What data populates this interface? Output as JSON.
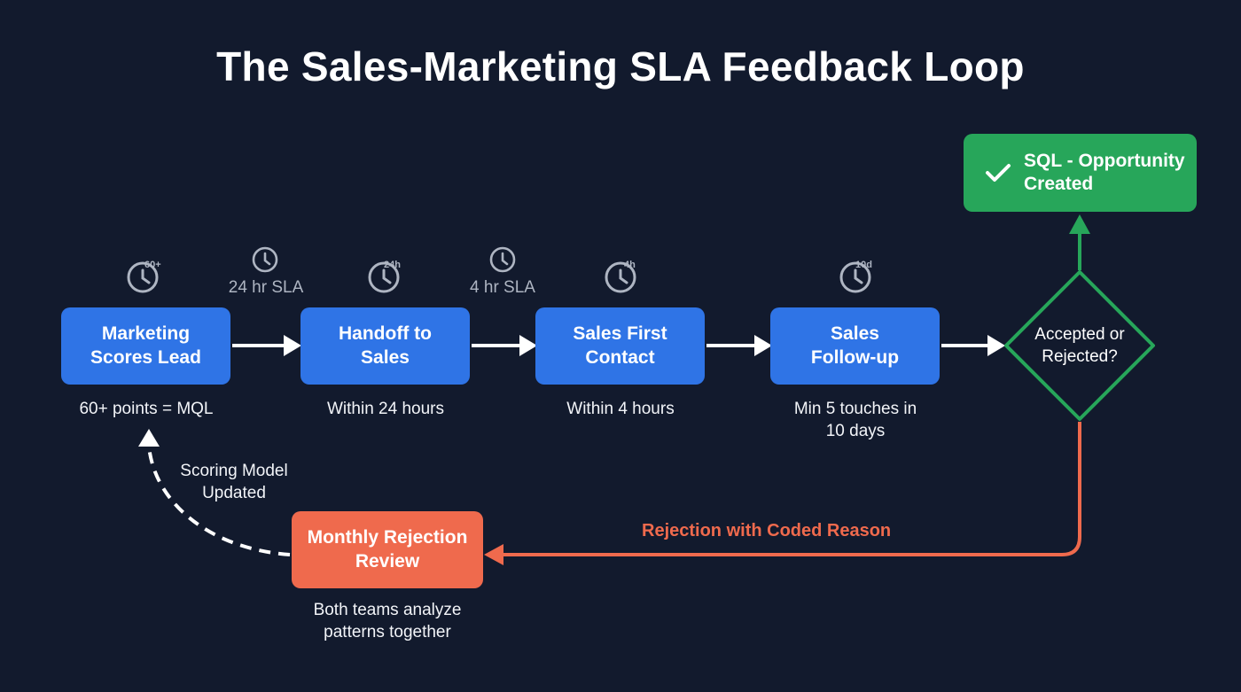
{
  "title": "The Sales-Marketing SLA Feedback Loop",
  "colors": {
    "background": "#121a2d",
    "process": "#2f74e6",
    "success": "#27a65a",
    "rejection": "#ef6a4d",
    "muted": "#aeb5c2"
  },
  "nodes": {
    "marketing": {
      "label": "Marketing\nScores Lead",
      "caption": "60+ points = MQL",
      "badge": "60+"
    },
    "handoff": {
      "label": "Handoff to\nSales",
      "caption": "Within 24 hours",
      "badge": "24h"
    },
    "first_contact": {
      "label": "Sales First\nContact",
      "caption": "Within 4 hours",
      "badge": "4h"
    },
    "followup": {
      "label": "Sales\nFollow-up",
      "caption": "Min 5 touches in\n10 days",
      "badge": "10d"
    },
    "decision": {
      "label": "Accepted or\nRejected?"
    },
    "sql": {
      "label": "SQL - Opportunity\nCreated",
      "icon": "check-icon"
    },
    "review": {
      "label": "Monthly Rejection\nReview",
      "caption": "Both teams analyze\npatterns together"
    }
  },
  "edges": {
    "sla_24": "24 hr SLA",
    "sla_4": "4 hr SLA",
    "rejection": "Rejection with Coded Reason",
    "scoring": "Scoring Model\nUpdated"
  }
}
